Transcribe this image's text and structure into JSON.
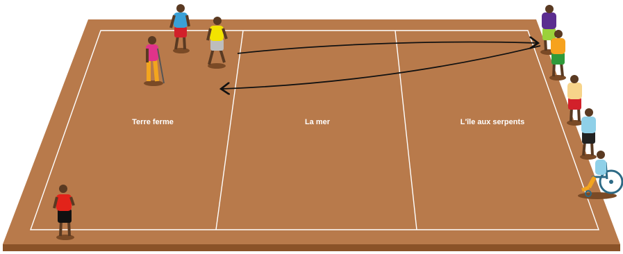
{
  "zones": [
    {
      "label": "Terre ferme"
    },
    {
      "label": "La mer"
    },
    {
      "label": "L'île aux serpents"
    }
  ],
  "colors": {
    "court_surface": "#b87a4b",
    "court_edge": "#8a5228",
    "court_lines": "#ffffff",
    "arrow": "#111111",
    "skin": "#5a3a22",
    "shadow": "#7a4a26"
  },
  "players": [
    {
      "role": "player-blue-shirt",
      "shirt": "#3aa0d6",
      "pants": "#d2202a"
    },
    {
      "role": "player-yellow-shirt",
      "shirt": "#f2e300",
      "pants": "#bdbdbd"
    },
    {
      "role": "player-with-crutch",
      "shirt": "#e0338a",
      "pants": "#f3a51e"
    },
    {
      "role": "player-purple-shirt",
      "shirt": "#5b2d90",
      "pants": "#9bd13a"
    },
    {
      "role": "player-orange-shirt",
      "shirt": "#f6a21e",
      "pants": "#2f9a3a"
    },
    {
      "role": "player-light-yellow-shirt",
      "shirt": "#f7d48a",
      "pants": "#d2202a"
    },
    {
      "role": "player-light-blue-shirt",
      "shirt": "#8fd0e8",
      "pants": "#222222"
    },
    {
      "role": "player-wheelchair",
      "shirt": "#8fd0e8",
      "pants": "#f3a51e"
    },
    {
      "role": "player-red-shirt",
      "shirt": "#e2231a",
      "pants": "#111111"
    }
  ]
}
